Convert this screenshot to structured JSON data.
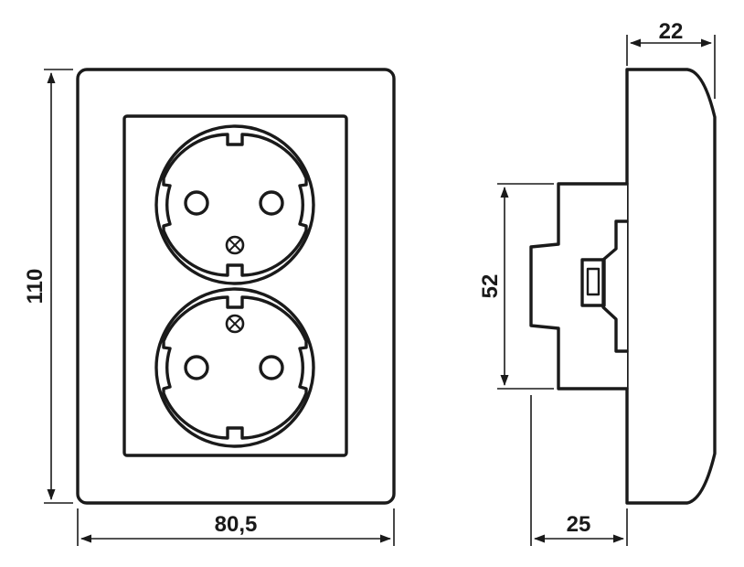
{
  "dimensions": {
    "height": "110",
    "width": "80,5",
    "cover_depth": "22",
    "insert_height": "52",
    "mount_depth": "25"
  },
  "colors": {
    "line": "#1a1a1a",
    "background": "#ffffff"
  }
}
